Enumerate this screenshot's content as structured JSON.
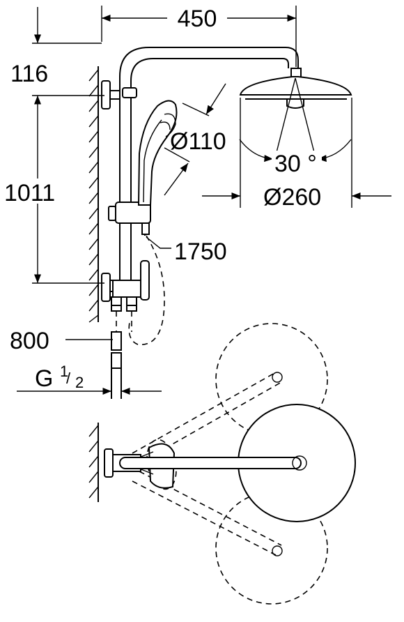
{
  "dimensions": {
    "width_450": "450",
    "height_116": "116",
    "height_1011": "1011",
    "hand_diameter": "Ø110",
    "angle": "30 °",
    "head_diameter": "Ø260",
    "hose_length": "1750",
    "height_800": "800",
    "thread_prefix": "G",
    "thread_num": "1",
    "thread_den": "2"
  }
}
